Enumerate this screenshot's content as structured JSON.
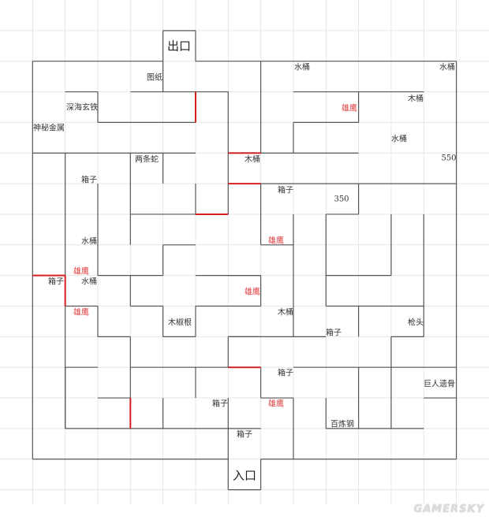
{
  "colors": {
    "wall": "#555555",
    "special_wall": "#d62020",
    "grid": "#e6e6e6",
    "eagle_text": "#e03a3a"
  },
  "exit_label": "出口",
  "entrance_label": "入口",
  "items": {
    "blueprint": "图纸",
    "deep_sea_iron": "深海玄铁",
    "mystery_metal": "神秘金属",
    "two_snakes": "两条蛇",
    "box_1": "箱子",
    "water_bucket_1": "水桶",
    "eagle_1": "雄鹰",
    "box_2": "箱子",
    "water_bucket_2": "水桶",
    "eagle_2": "雄鹰",
    "wood_root": "木椒根",
    "eagle_3": "雄鹰",
    "wood_bucket_1": "木桶",
    "box_3": "箱子",
    "value_350": "350",
    "eagle_4": "雄鹰",
    "water_bucket_3": "水桶",
    "water_bucket_4": "水桶",
    "wood_bucket_2": "木桶",
    "eagle_5": "雄鹰",
    "water_bucket_5": "水桶",
    "value_550": "550",
    "wood_bucket_3": "木桶",
    "box_4": "箱子",
    "spearhead": "枪头",
    "box_5": "箱子",
    "giant_remains": "巨人遗骨",
    "box_6": "箱子",
    "eagle_6": "雄鹰",
    "refined_steel": "百炼钢",
    "box_7": "箱子"
  },
  "watermark": "GAMERSKY"
}
